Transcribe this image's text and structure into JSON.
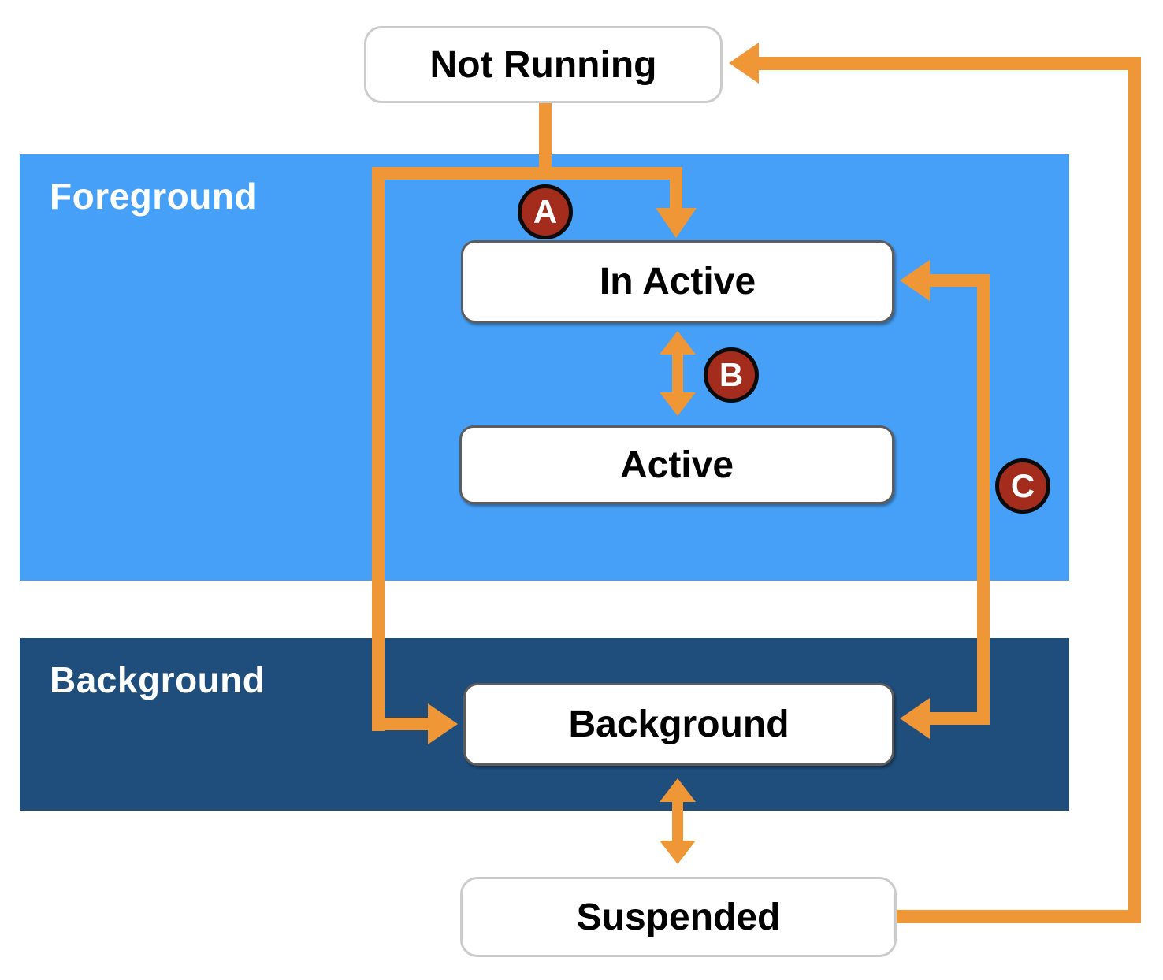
{
  "regions": {
    "foreground": {
      "label": "Foreground"
    },
    "background": {
      "label": "Background"
    }
  },
  "nodes": {
    "not_running": {
      "label": "Not Running"
    },
    "in_active": {
      "label": "In Active"
    },
    "active": {
      "label": "Active"
    },
    "background": {
      "label": "Background"
    },
    "suspended": {
      "label": "Suspended"
    }
  },
  "badges": {
    "a": {
      "label": "A"
    },
    "b": {
      "label": "B"
    },
    "c": {
      "label": "C"
    }
  },
  "colors": {
    "foreground_region": "#47A0F7",
    "background_region": "#1F4E7C",
    "arrow_orange": "#EF9737",
    "badge_red": "#A32C1D",
    "node_border_dark": "#5C5C5C",
    "node_border_light": "#CCCCCC"
  }
}
